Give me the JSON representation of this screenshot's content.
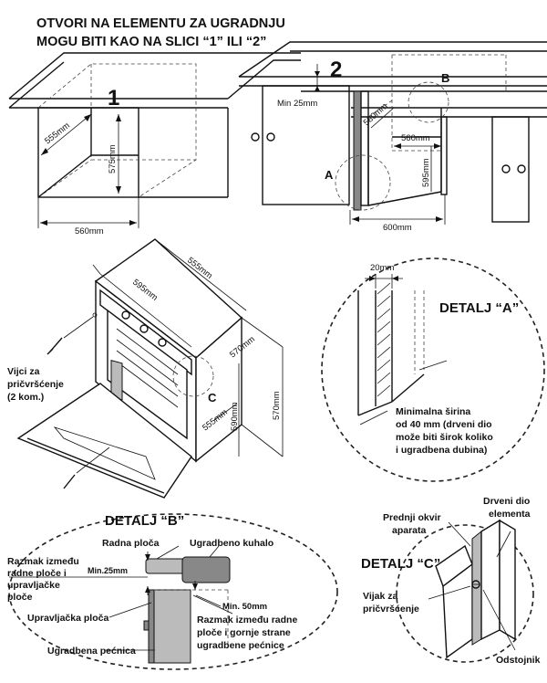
{
  "header": {
    "line1": "OTVORI NA ELEMENTU ZA UGRADNJU",
    "line2": "MOGU BITI KAO NA SLICI “1” ILI “2”"
  },
  "figure1": {
    "number": "1",
    "dim_depth": "555mm",
    "dim_height": "575mm",
    "dim_width": "560mm"
  },
  "figure2": {
    "number": "2",
    "min_gap": "Min 25mm",
    "dim_depth": "580mm",
    "dim_inner_width": "560mm",
    "dim_height": "595mm",
    "dim_width": "600mm",
    "marker_a": "A",
    "marker_b": "B"
  },
  "oven": {
    "dim_top_depth": "555mm",
    "dim_width": "595mm",
    "dim_depth": "570mm",
    "dim_side": "555mm",
    "dim_height_inner": "590mm",
    "dim_height_outer": "570mm",
    "marker_c": "C",
    "screws_line1": "Vijci za",
    "screws_line2": "pričvršćenje",
    "screws_line3": "(2 kom.)"
  },
  "detail_a": {
    "title": "DETALJ “A”",
    "dim": "20mm",
    "note_line1": "Minimalna širina",
    "note_line2": "od 40 mm (drveni dio",
    "note_line3": "može biti širok koliko",
    "note_line4": "i ugradbena dubina)"
  },
  "detail_b": {
    "title": "DETALJ “B”",
    "radna_ploca": "Radna ploča",
    "ugradbeno_kuhalo": "Ugradbeno kuhalo",
    "razmak1_line1": "Razmak između",
    "razmak1_line2": "radne ploče i",
    "razmak1_line3": "upravljačke",
    "razmak1_line4": "ploče",
    "min25": "Min.25mm",
    "upravljacka": "Upravljačka ploča",
    "min50": "Min. 50mm",
    "razmak2_line1": "Razmak između radne",
    "razmak2_line2": "ploče i gornje strane",
    "razmak2_line3": "ugradbene pećnice",
    "pecnica": "Ugradbena pećnica"
  },
  "detail_c": {
    "title": "DETALJ “C”",
    "okvir_line1": "Prednji okvir",
    "okvir_line2": "aparata",
    "drveni_line1": "Drveni dio",
    "drveni_line2": "elementa",
    "vijak_line1": "Vijak za",
    "vijak_line2": "pričvršćenje",
    "odstojnik": "Odstojnik"
  }
}
